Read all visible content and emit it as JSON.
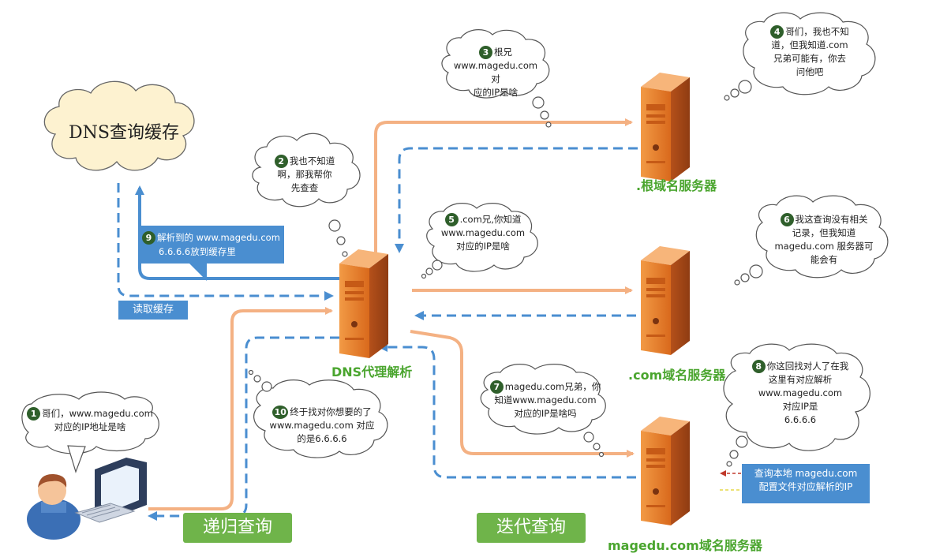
{
  "cache": {
    "label": "DNS查询缓存"
  },
  "servers": {
    "root": ".根域名服务器",
    "com": ".com域名服务器",
    "magedu": "magedu.com域名服务器",
    "proxy": "DNS代理解析"
  },
  "bubbles": [
    {
      "num": "1",
      "lines": [
        "哥们，www.magedu.com",
        "对应的IP地址是啥"
      ]
    },
    {
      "num": "2",
      "lines": [
        "我也不知道",
        "啊，那我帮你",
        "先查查"
      ]
    },
    {
      "num": "3",
      "lines": [
        "根兄",
        "www.magedu.com对",
        "应的IP是啥"
      ]
    },
    {
      "num": "4",
      "lines": [
        "哥们，我也不知",
        "道，但我知道.com",
        "兄弟可能有，你去",
        "问他吧"
      ]
    },
    {
      "num": "5",
      "lines": [
        ".com兄,你知道",
        "www.magedu.com",
        "对应的IP是啥"
      ]
    },
    {
      "num": "6",
      "lines": [
        "我这查询没有相关",
        "记录，但我知道",
        "magedu.com 服务器可",
        "能会有"
      ]
    },
    {
      "num": "7",
      "lines": [
        "magedu.com兄弟，你",
        "知道www.magedu.com",
        "对应的IP是啥吗"
      ]
    },
    {
      "num": "8",
      "lines": [
        "你这回找对人了在我",
        "这里有对应解析",
        "www.magedu.com",
        "对应IP是",
        "6.6.6.6"
      ]
    },
    {
      "num": "10",
      "lines": [
        "终于找对你想要的了",
        "www.magedu.com 对应",
        "的是6.6.6.6"
      ]
    }
  ],
  "callout9": {
    "num": "9",
    "lines": [
      "解析到的 www.magedu.com",
      "6.6.6.6放到缓存里"
    ]
  },
  "read_cache": "读取缓存",
  "local_query": {
    "lines": [
      "查询本地 magedu.com",
      "配置文件对应解析的IP"
    ]
  },
  "buttons": {
    "recursive": "递归查询",
    "iterative": "迭代查询"
  },
  "colors": {
    "solid_arrow": "#f4b183",
    "dashed_arrow": "#4a8ed0",
    "label_green": "#4aa52e",
    "badge": "#2f5f2b",
    "cache_fill": "#fdf2d0",
    "server_orange": "#e87b24"
  }
}
